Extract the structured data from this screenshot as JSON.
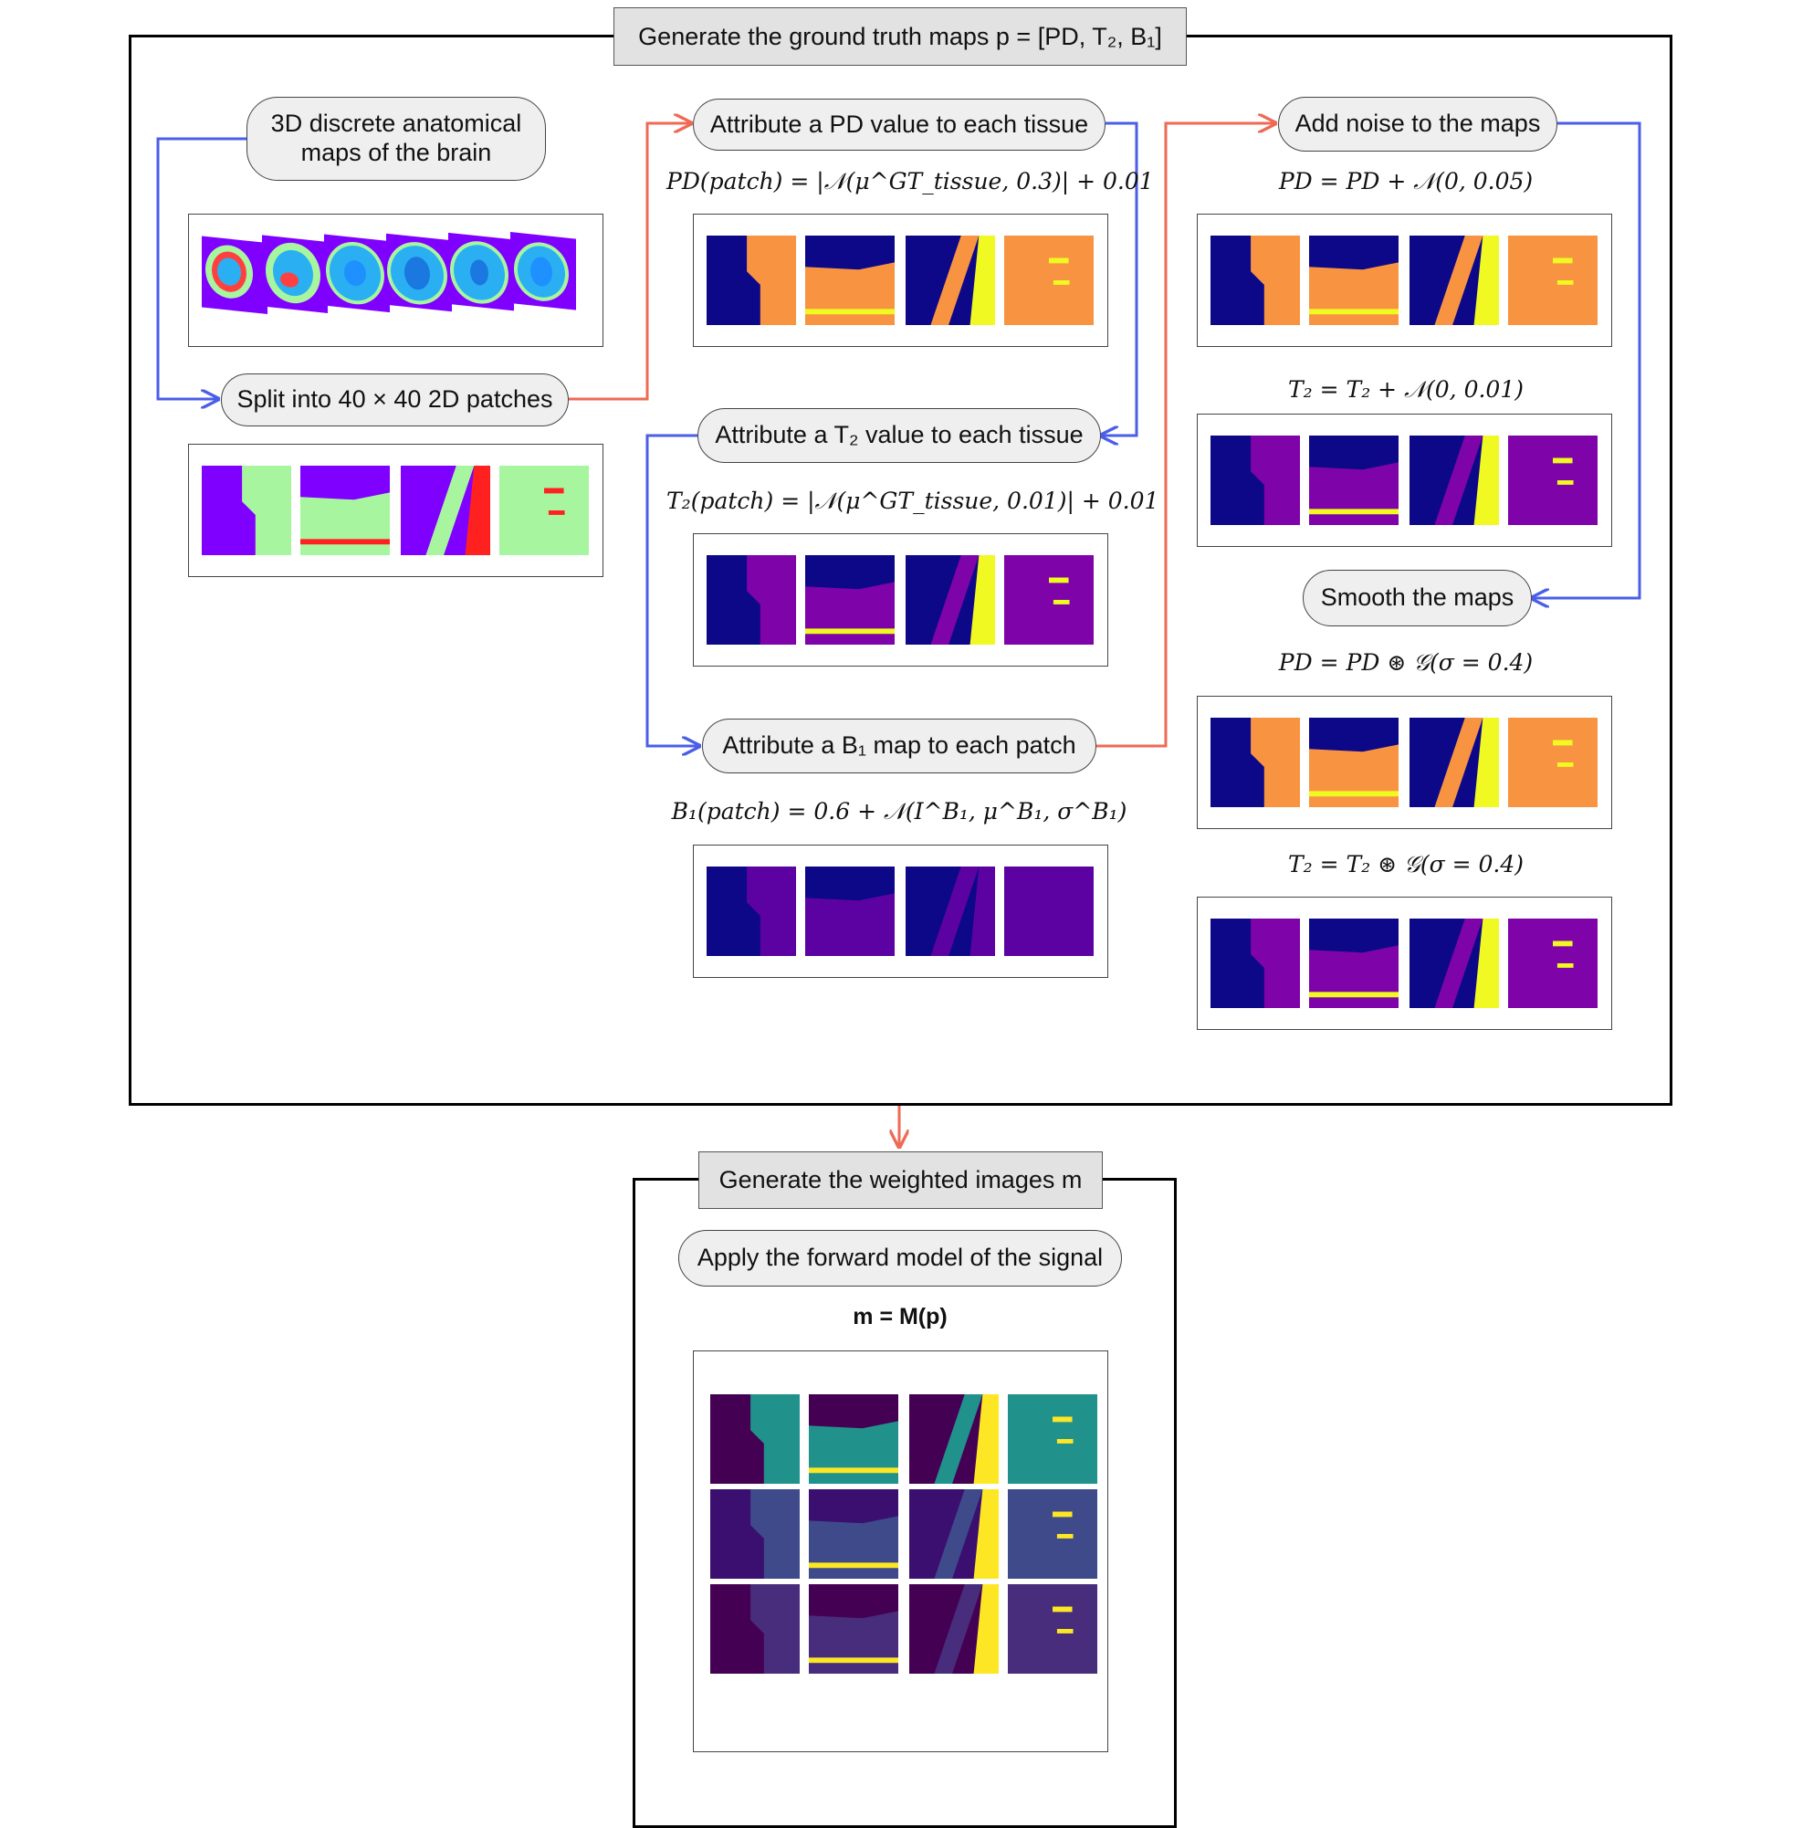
{
  "stage1": {
    "title": "Generate the ground truth maps p = [PD, T₂, B₁]",
    "steps": {
      "anatomical": "3D discrete anatomical\nmaps of the brain",
      "split": "Split into 40 × 40 2D patches",
      "pd": "Attribute a PD value to each tissue",
      "t2": "Attribute a T₂ value to each tissue",
      "b1": "Attribute a B₁ map to each patch",
      "noise": "Add noise to the maps",
      "smooth": "Smooth the maps"
    },
    "formulas": {
      "pd": "PD(patch) = |𝒩(μ^GT_tissue, 0.3)| + 0.01",
      "t2": "T₂(patch) = |𝒩(μ^GT_tissue, 0.01)| + 0.01",
      "b1": "B₁(patch) = 0.6 + 𝒩(I^B₁, μ^B₁, σ^B₁)",
      "noise_pd": "PD = PD + 𝒩(0, 0.05)",
      "noise_t2": "T₂ = T₂ + 𝒩(0, 0.01)",
      "smooth_pd": "PD = PD ⊛ 𝒢(σ = 0.4)",
      "smooth_t2": "T₂ = T₂ ⊛ 𝒢(σ = 0.4)"
    }
  },
  "stage2": {
    "title": "Generate the weighted images m",
    "step": "Apply the forward model of the signal",
    "formula": "m = M(p)"
  },
  "colors": {
    "blue_arrow": "#4a5ee8",
    "red_arrow": "#ee6a55",
    "plasma_dark": "#0d0887",
    "plasma_purple": "#7e03a8",
    "plasma_orange": "#f89441",
    "plasma_yellow": "#f0f921",
    "viridis_dark": "#440154",
    "viridis_teal": "#21918c",
    "viridis_yellow": "#fde725",
    "rainbow_purple": "#8000ff",
    "rainbow_cyan": "#2ab0f2",
    "rainbow_green": "#a8f5a0",
    "rainbow_red": "#ff2020"
  }
}
